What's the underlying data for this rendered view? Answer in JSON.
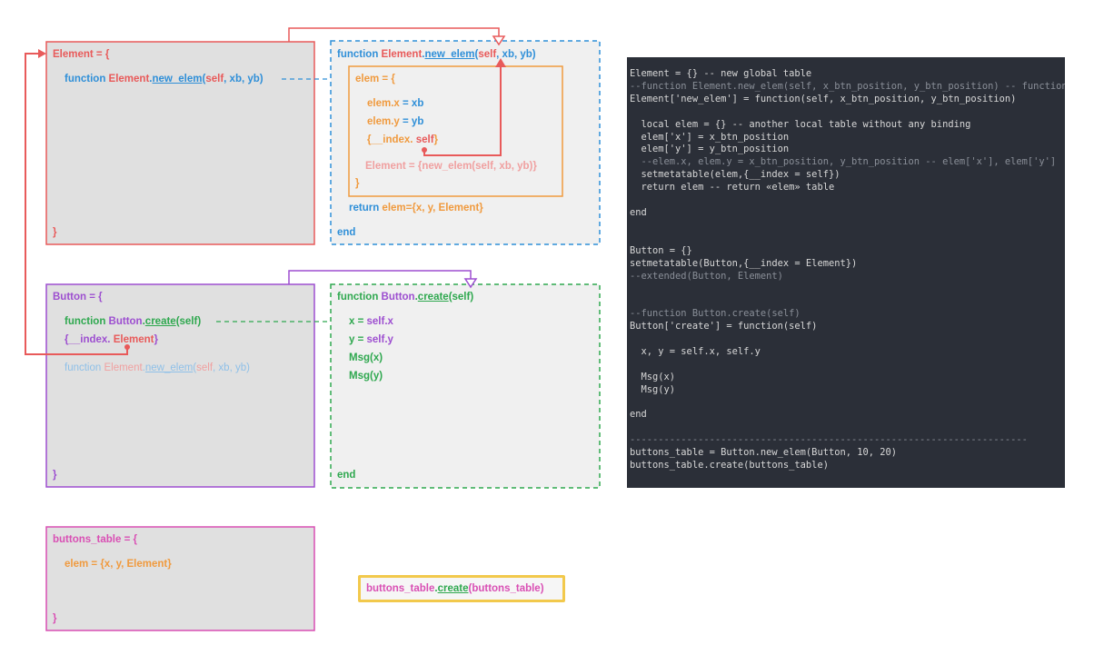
{
  "element_box": {
    "header": "Element = {",
    "fn_kw": "function ",
    "fn_obj": "Element",
    "fn_dot": ".",
    "fn_name": "new_elem",
    "fn_open": "(",
    "fn_self": "self",
    "fn_args": ", xb, yb)",
    "close": "}"
  },
  "new_elem_box": {
    "fn_kw": "function ",
    "fn_obj": "Element",
    "fn_dot": ".",
    "fn_name": "new_elem",
    "fn_open": "(",
    "fn_self": "self",
    "fn_args": ", xb, yb)",
    "return_kw": "return ",
    "return_val": "elem={x, y, Element}",
    "end": "end"
  },
  "elem_box": {
    "header": "elem = {",
    "line1_a": "elem.x",
    "line1_b": " = xb",
    "line2_a": "elem.y",
    "line2_b": " = yb",
    "line3_a": "{__index. ",
    "line3_b": "self",
    "line3_c": "}",
    "element_line": "Element = {new_elem(self, xb, yb)}",
    "close": "}"
  },
  "button_box": {
    "header": "Button = {",
    "fn_kw": "function ",
    "fn_obj": "Button",
    "fn_dot": ".",
    "fn_name": "create",
    "fn_args": "(self)",
    "index_a": "{__index. ",
    "index_b": "Element",
    "index_c": "}",
    "inh_kw": "function ",
    "inh_obj": "Element",
    "inh_dot": ".",
    "inh_name": "new_elem",
    "inh_open": "(",
    "inh_self": "self",
    "inh_args": ", xb, yb)",
    "close": "}"
  },
  "create_box": {
    "fn_kw": "function ",
    "fn_obj": "Button",
    "fn_dot": ".",
    "fn_name": "create",
    "fn_args": "(self)",
    "x_a": "x = ",
    "x_b": "self.x",
    "y_a": "y = ",
    "y_b": "self.y",
    "msg_x": "Msg(x)",
    "msg_y": "Msg(y)",
    "end": "end"
  },
  "buttons_table_box": {
    "header": "buttons_table = {",
    "elem_line": "elem = {x, y, Element}",
    "close": "}"
  },
  "call_box": {
    "obj": "buttons_table",
    "dot": ".",
    "name": "create",
    "args": "(buttons_table)"
  },
  "code_lines": [
    "Element = {} -- new global table",
    "--function Element.new_elem(self, x_btn_position, y_btn_position) -- function",
    "Element['new_elem'] = function(self, x_btn_position, y_btn_position)",
    "",
    "  local elem = {} -- another local table without any binding",
    "  elem['x'] = x_btn_position",
    "  elem['y'] = y_btn_position",
    "  --elem.x, elem.y = x_btn_position, y_btn_position -- elem['x'], elem['y']",
    "  setmetatable(elem,{__index = self})",
    "  return elem -- return «elem» table",
    "",
    "end",
    "",
    "",
    "Button = {}",
    "setmetatable(Button,{__index = Element})",
    "--extended(Button, Element)",
    "",
    "",
    "--function Button.create(self)",
    "Button['create'] = function(self)",
    "",
    "  x, y = self.x, self.y",
    "",
    "  Msg(x)",
    "  Msg(y)",
    "",
    "end",
    "",
    "----------------------------------------------------------------------",
    "buttons_table = Button.new_elem(Button, 10, 20)",
    "buttons_table.create(buttons_table)"
  ],
  "colors": {
    "red": "#e85a5a",
    "blue": "#2f8fd8",
    "orange": "#f09a3e",
    "purple": "#9d4fd0",
    "green": "#2fa84f",
    "pink": "#d94fb4",
    "yellow": "#f2c94c",
    "editor_bg": "#2b2f38"
  }
}
